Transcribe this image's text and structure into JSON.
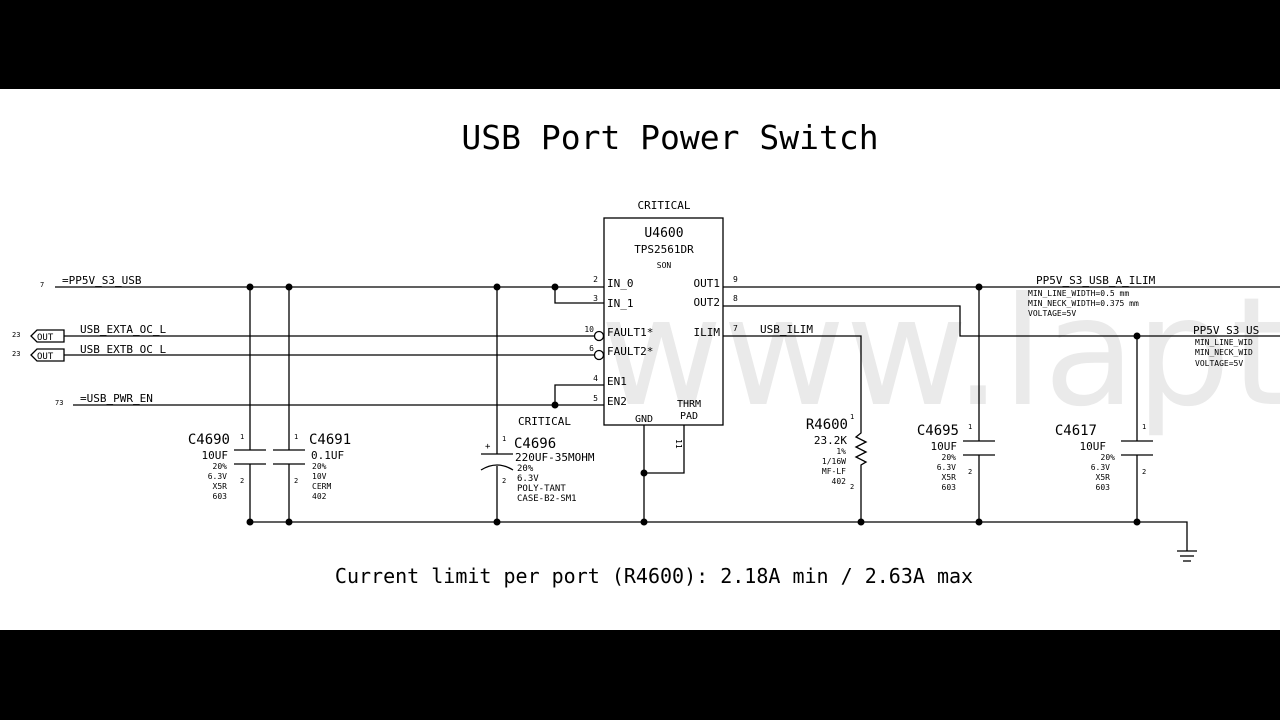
{
  "title": "USB Port Power Switch",
  "footer": "Current limit per port (R4600): 2.18A min / 2.63A max",
  "watermark": "www.laptop",
  "offpage": {
    "pp5v_in": {
      "label": "=PP5V_S3_USB",
      "ref": "7"
    },
    "oc_a": {
      "label": "USB_EXTA_OC_L",
      "ref": "23",
      "dir": "OUT"
    },
    "oc_b": {
      "label": "USB_EXTB_OC_L",
      "ref": "23",
      "dir": "OUT"
    },
    "pwr_en": {
      "label": "=USB_PWR_EN",
      "ref": "73"
    }
  },
  "ic": {
    "critical": "CRITICAL",
    "ref": "U4600",
    "part": "TPS2561DR",
    "package": "SON",
    "pins_left": [
      {
        "num": "2",
        "name": "IN_0"
      },
      {
        "num": "3",
        "name": "IN_1"
      },
      {
        "num": "10",
        "name": "FAULT1*"
      },
      {
        "num": "6",
        "name": "FAULT2*"
      },
      {
        "num": "4",
        "name": "EN1"
      },
      {
        "num": "5",
        "name": "EN2"
      }
    ],
    "pins_right": [
      {
        "num": "9",
        "name": "OUT1"
      },
      {
        "num": "8",
        "name": "OUT2"
      },
      {
        "num": "7",
        "name": "ILIM"
      }
    ],
    "gnd_pin": "GND",
    "thrm_pin_l1": "THRM",
    "thrm_pin_l2": "PAD",
    "thrm_num": "11"
  },
  "nets": {
    "usb_ilim": "USB_ILIM",
    "out_a": {
      "name": "PP5V_S3_USB_A_ILIM",
      "p1": "MIN_LINE_WIDTH=0.5 mm",
      "p2": "MIN_NECK_WIDTH=0.375 mm",
      "p3": "VOLTAGE=5V"
    },
    "out_b": {
      "name": "PP5V_S3_US",
      "p1": "MIN_LINE_WID",
      "p2": "MIN_NECK_WID",
      "p3": "VOLTAGE=5V"
    }
  },
  "components": {
    "c4690": {
      "ref": "C4690",
      "val": "10UF",
      "a": "20%",
      "b": "6.3V",
      "c": "X5R",
      "d": "603",
      "p1": "1",
      "p2": "2"
    },
    "c4691": {
      "ref": "C4691",
      "val": "0.1UF",
      "a": "20%",
      "b": "10V",
      "c": "CERM",
      "d": "402",
      "p1": "1",
      "p2": "2"
    },
    "c4696": {
      "critical": "CRITICAL",
      "ref": "C4696",
      "val": "220UF-35MOHM",
      "a": "20%",
      "b": "6.3V",
      "c": "POLY-TANT",
      "d": "CASE-B2-SM1",
      "p1": "1",
      "p2": "2",
      "pol": "+"
    },
    "r4600": {
      "ref": "R4600",
      "val": "23.2K",
      "a": "1%",
      "b": "1/16W",
      "c": "MF-LF",
      "d": "402",
      "p1": "1",
      "p2": "2"
    },
    "c4695": {
      "ref": "C4695",
      "val": "10UF",
      "a": "20%",
      "b": "6.3V",
      "c": "X5R",
      "d": "603",
      "p1": "1",
      "p2": "2"
    },
    "c4617": {
      "ref": "C4617",
      "val": "10UF",
      "a": "20%",
      "b": "6.3V",
      "c": "X5R",
      "d": "603",
      "p1": "1",
      "p2": "2"
    }
  }
}
